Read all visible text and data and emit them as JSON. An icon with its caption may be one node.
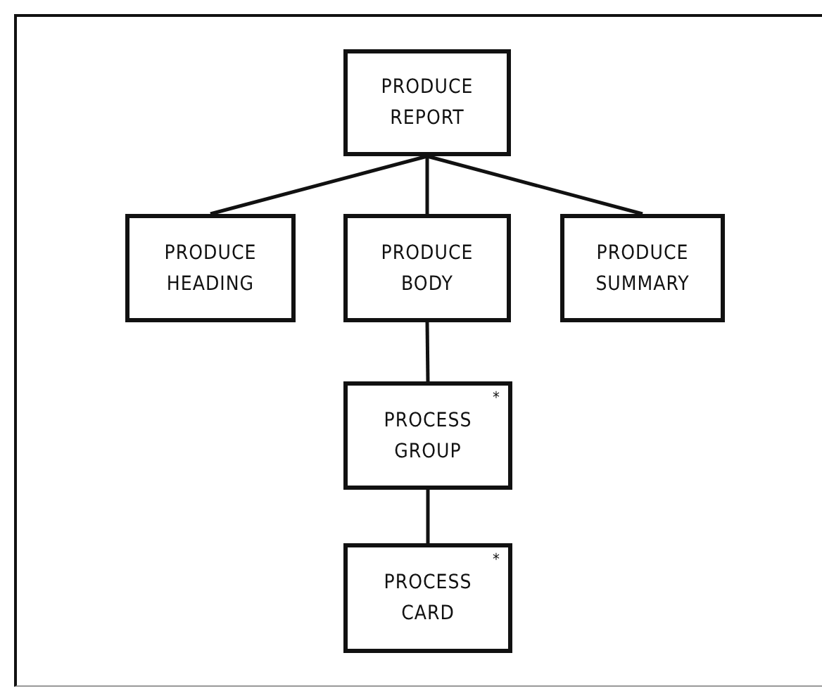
{
  "diagram": {
    "nodes": [
      {
        "text": [
          "PRODUCE REPORT"
        ]
      },
      {
        "text": [
          "PRODUCE HEADING"
        ]
      },
      {
        "text": [
          "PRODUCE BODY"
        ]
      },
      {
        "text": [
          "PRODUCE SUMMARY"
        ]
      },
      {
        "text": [
          "PROCESS GROUP",
          "*"
        ]
      },
      {
        "text": [
          "PROCESS CARD",
          "*"
        ]
      }
    ],
    "edges": [
      {
        "from": 0,
        "to": 1,
        "arrow": "none"
      },
      {
        "from": 0,
        "to": 2,
        "arrow": "none"
      },
      {
        "from": 0,
        "to": 3,
        "arrow": "none"
      },
      {
        "from": 2,
        "to": 4,
        "arrow": "none"
      },
      {
        "from": 4,
        "to": 5,
        "arrow": "none"
      }
    ]
  }
}
